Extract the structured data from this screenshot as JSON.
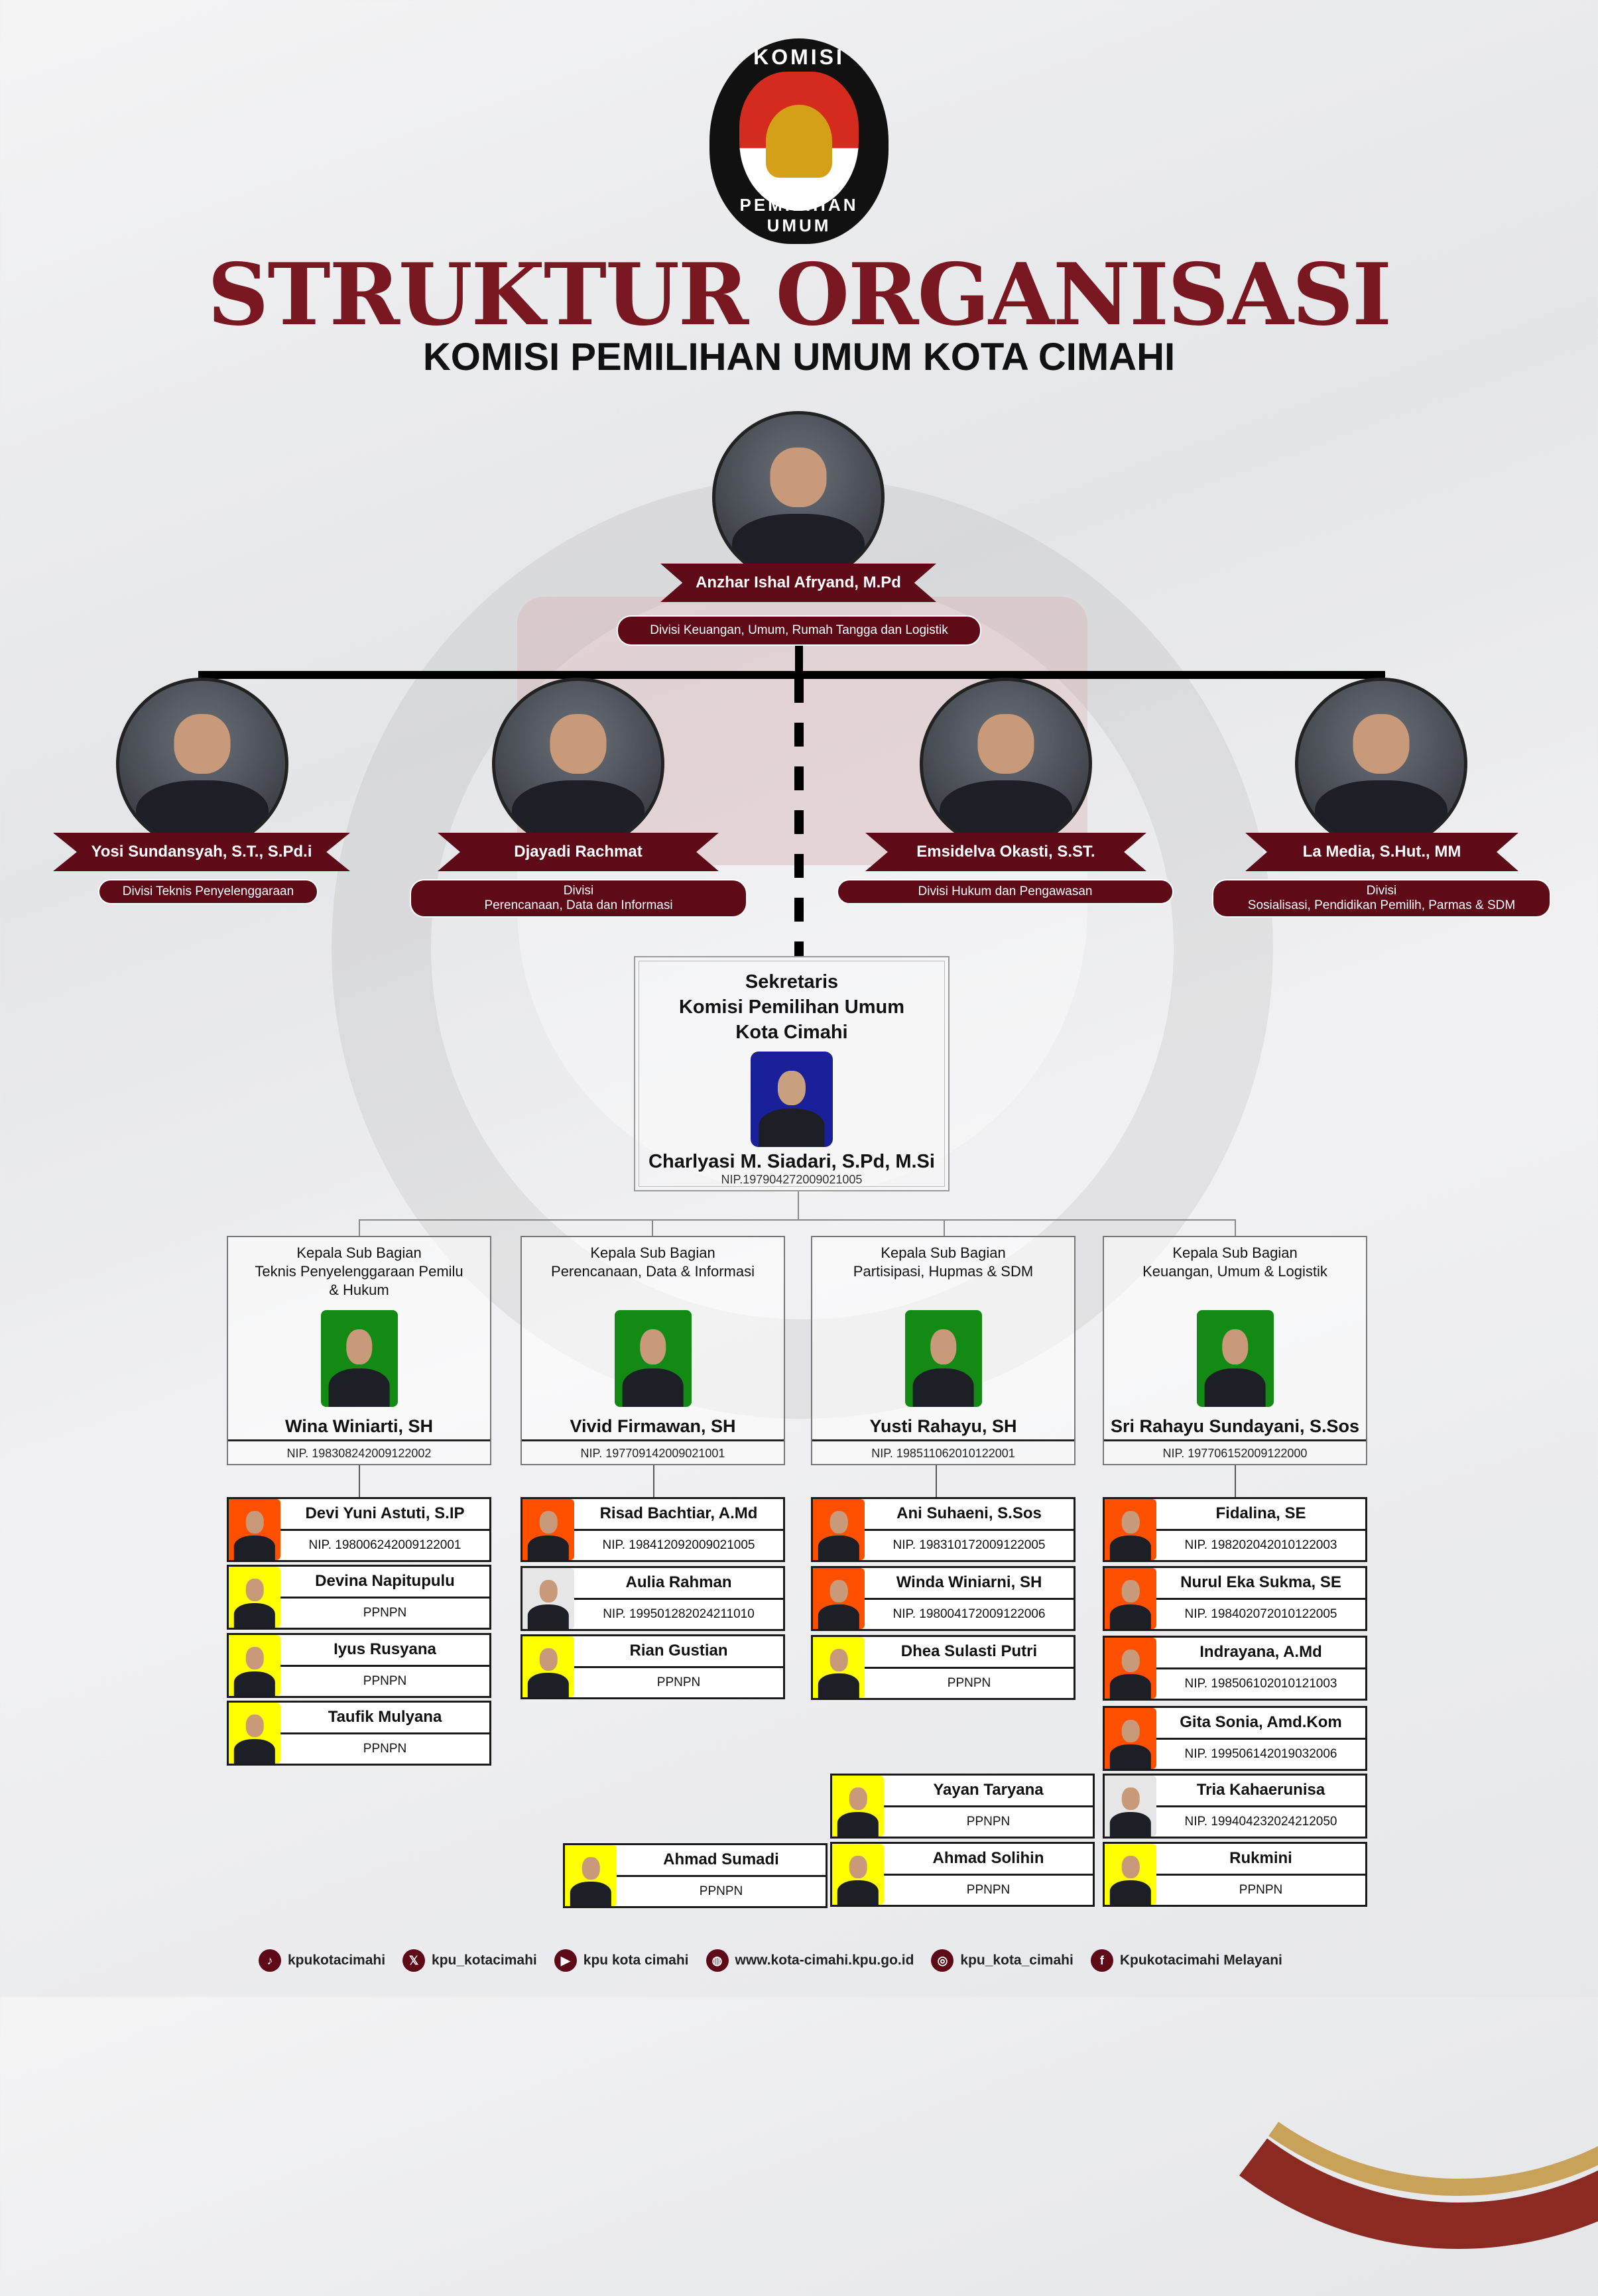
{
  "header": {
    "logo_text_top": "KOMISI",
    "logo_text_bottom": "PEMILIHAN UMUM",
    "title": "STRUKTUR ORGANISASI",
    "subtitle": "KOMISI PEMILIHAN UMUM KOTA CIMAHI"
  },
  "chair": {
    "name": "Anzhar Ishal Afryand, M.Pd",
    "division": "Divisi Keuangan, Umum, Rumah Tangga dan Logistik"
  },
  "members": [
    {
      "name": "Yosi Sundansyah, S.T., S.Pd.i",
      "division_1": "Divisi Teknis Penyelenggaraan",
      "division_2": ""
    },
    {
      "name": "Djayadi Rachmat",
      "division_1": "Divisi",
      "division_2": "Perencanaan, Data dan Informasi"
    },
    {
      "name": "Emsidelva Okasti, S.ST.",
      "division_1": "Divisi Hukum dan Pengawasan",
      "division_2": ""
    },
    {
      "name": "La Media, S.Hut., MM",
      "division_1": "Divisi",
      "division_2": "Sosialisasi, Pendidikan Pemilih, Parmas & SDM"
    }
  ],
  "secretary": {
    "title_1": "Sekretaris",
    "title_2": "Komisi Pemilihan Umum",
    "title_3": "Kota Cimahi",
    "name": "Charlyasi M. Siadari, S.Pd, M.Si",
    "nip": "NIP.197904272009021005"
  },
  "subbagian": [
    {
      "role_1": "Kepala Sub Bagian",
      "role_2": "Teknis Penyelenggaraan Pemilu",
      "role_3": "& Hukum",
      "name": "Wina Winiarti, SH",
      "nip": "NIP. 198308242009122002"
    },
    {
      "role_1": "Kepala Sub Bagian",
      "role_2": "Perencanaan, Data & Informasi",
      "role_3": "",
      "name": "Vivid Firmawan, SH",
      "nip": "NIP. 197709142009021001"
    },
    {
      "role_1": "Kepala Sub Bagian",
      "role_2": "Partisipasi, Hupmas & SDM",
      "role_3": "",
      "name": "Yusti Rahayu, SH",
      "nip": "NIP. 198511062010122001"
    },
    {
      "role_1": "Kepala Sub Bagian",
      "role_2": "Keuangan, Umum & Logistik",
      "role_3": "",
      "name": "Sri Rahayu Sundayani, S.Sos",
      "nip": "NIP. 197706152009122000"
    }
  ],
  "staff": [
    {
      "name": "Devi Yuni Astuti, S.IP",
      "nip": "NIP. 198006242009122001",
      "bg": "#ff5000"
    },
    {
      "name": "Devina Napitupulu",
      "nip": "PPNPN",
      "bg": "#ffff00"
    },
    {
      "name": "Iyus Rusyana",
      "nip": "PPNPN",
      "bg": "#ffff00"
    },
    {
      "name": "Taufik Mulyana",
      "nip": "PPNPN",
      "bg": "#ffff00"
    },
    {
      "name": "Risad Bachtiar, A.Md",
      "nip": "NIP. 198412092009021005",
      "bg": "#ff5000"
    },
    {
      "name": "Aulia Rahman",
      "nip": "NIP. 199501282024211010",
      "bg": "#e6e6e6"
    },
    {
      "name": "Rian Gustian",
      "nip": "PPNPN",
      "bg": "#ffff00"
    },
    {
      "name": "Ani Suhaeni, S.Sos",
      "nip": "NIP. 198310172009122005",
      "bg": "#ff5000"
    },
    {
      "name": "Winda Winiarni, SH",
      "nip": "NIP. 198004172009122006",
      "bg": "#ff5000"
    },
    {
      "name": "Dhea Sulasti Putri",
      "nip": "PPNPN",
      "bg": "#ffff00"
    },
    {
      "name": "Fidalina, SE",
      "nip": "NIP. 198202042010122003",
      "bg": "#ff5000"
    },
    {
      "name": "Nurul Eka Sukma, SE",
      "nip": "NIP. 198402072010122005",
      "bg": "#ff5000"
    },
    {
      "name": "Indrayana, A.Md",
      "nip": "NIP. 198506102010121003",
      "bg": "#ff5000"
    },
    {
      "name": "Gita Sonia, Amd.Kom",
      "nip": "NIP. 199506142019032006",
      "bg": "#ff5000"
    },
    {
      "name": "Tria Kahaerunisa",
      "nip": "NIP. 199404232024212050",
      "bg": "#e6e6e6"
    },
    {
      "name": "Rukmini",
      "nip": "PPNPN",
      "bg": "#ffff00"
    },
    {
      "name": "Yayan Taryana",
      "nip": "PPNPN",
      "bg": "#ffff00"
    },
    {
      "name": "Ahmad Solihin",
      "nip": "PPNPN",
      "bg": "#ffff00"
    },
    {
      "name": "Ahmad Sumadi",
      "nip": "PPNPN",
      "bg": "#ffff00"
    }
  ],
  "footer": [
    {
      "icon": "tiktok-icon",
      "glyph": "♪",
      "label": "kpukotacimahi"
    },
    {
      "icon": "x-icon",
      "glyph": "𝕏",
      "label": "kpu_kotacimahi"
    },
    {
      "icon": "youtube-icon",
      "glyph": "▶",
      "label": "kpu kota cimahi"
    },
    {
      "icon": "globe-icon",
      "glyph": "◍",
      "label": "www.kota-cimahi.kpu.go.id"
    },
    {
      "icon": "instagram-icon",
      "glyph": "◎",
      "label": "kpu_kota_cimahi"
    },
    {
      "icon": "facebook-icon",
      "glyph": "f",
      "label": "Kpukotacimahi Melayani"
    }
  ],
  "colors": {
    "maroon": "#5e0a17",
    "title": "#7a1822",
    "gold": "#c9a25a"
  }
}
